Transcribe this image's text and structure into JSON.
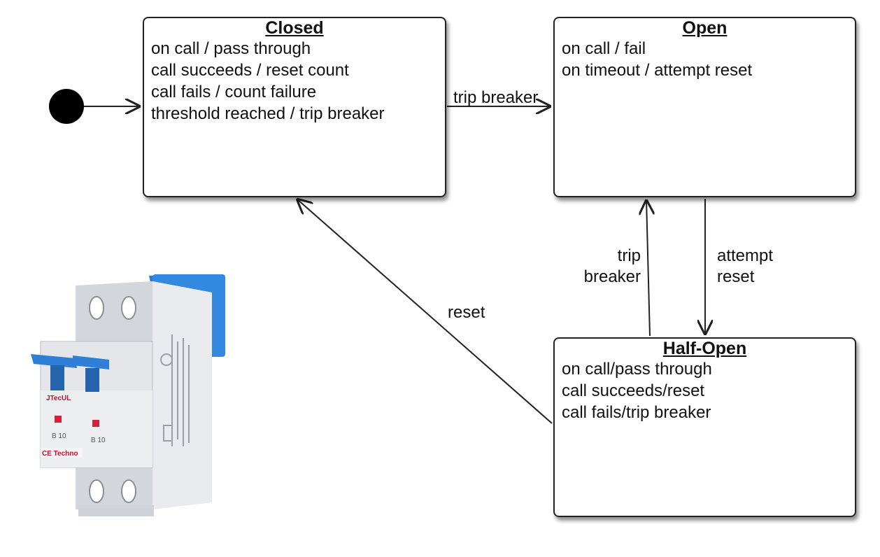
{
  "states": {
    "closed": {
      "title": "Closed",
      "rows": [
        "on call / pass through",
        "call succeeds / reset count",
        "call fails / count failure",
        "threshold reached / trip breaker"
      ]
    },
    "open": {
      "title": "Open",
      "rows": [
        "on call / fail",
        "on timeout / attempt reset"
      ]
    },
    "half_open": {
      "title": "Half-Open",
      "rows": [
        "on call/pass through",
        "call succeeds/reset",
        "call fails/trip breaker"
      ]
    }
  },
  "transitions": {
    "closed_to_open": "trip breaker",
    "half_open_to_open_line1": "trip",
    "half_open_to_open_line2": "breaker",
    "open_to_half_open_line1": "attempt",
    "open_to_half_open_line2": "reset",
    "half_open_to_closed": "reset"
  },
  "image": {
    "subject": "circuit-breaker-photo",
    "labels": [
      "JTecUL",
      "B 10",
      "B 10",
      "CE Techno"
    ],
    "accent": "#2f7fd6"
  }
}
